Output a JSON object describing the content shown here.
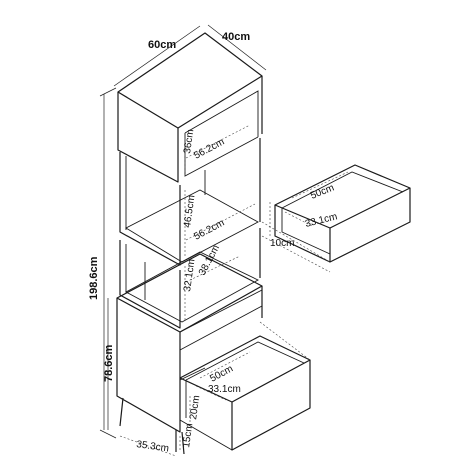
{
  "unit": "cm",
  "overall": {
    "width": "60cm",
    "depth": "40cm",
    "height": "198.6cm"
  },
  "cabinet": {
    "height": "78.6cm",
    "leg_offset": "35.3cm",
    "leg_height": "15cm"
  },
  "top_box": {
    "height": "36cm",
    "inner_width": "56.2cm"
  },
  "middle_shelf": {
    "height": "46.5cm",
    "inner_width": "56.2cm"
  },
  "lower_shelf": {
    "height": "32.1cm",
    "depth": "38.1cm"
  },
  "upper_drawer": {
    "width": "50cm",
    "depth": "33.1cm",
    "height": "10cm"
  },
  "lower_drawer": {
    "width": "50cm",
    "depth": "33.1cm",
    "height": "20cm"
  }
}
